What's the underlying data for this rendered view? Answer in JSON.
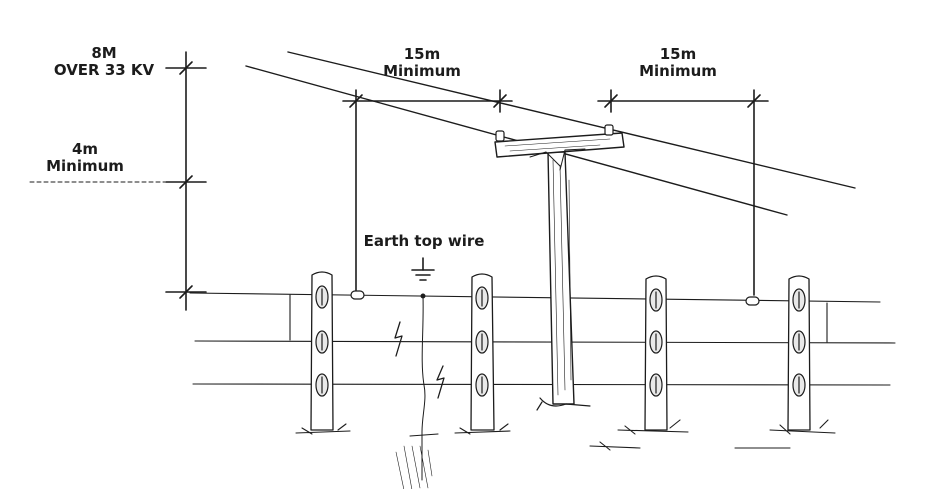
{
  "labels": {
    "top_height_line1": "8M",
    "top_height_line2": "OVER 33 KV",
    "lower_height_line1": "4m",
    "lower_height_line2": "Minimum",
    "left_distance_line1": "15m",
    "left_distance_line2": "Minimum",
    "right_distance_line1": "15m",
    "right_distance_line2": "Minimum",
    "earth_wire": "Earth top wire"
  },
  "colors": {
    "ink": "#1c1c1c",
    "pole_fill": "#ffffff",
    "insulator_fill": "#e9e9e9"
  }
}
